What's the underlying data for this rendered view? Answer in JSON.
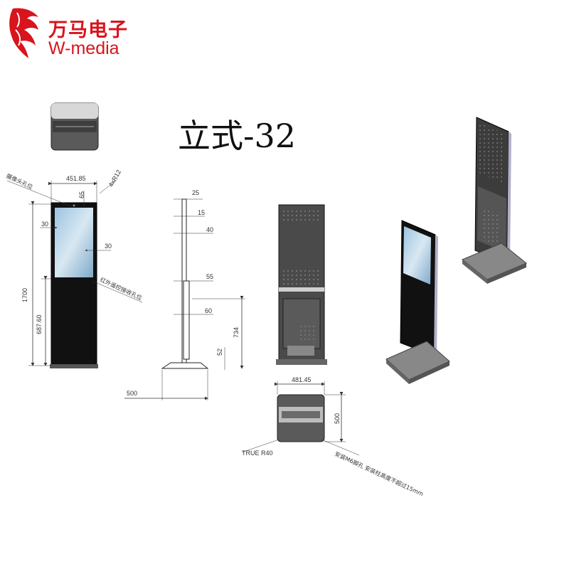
{
  "brand": {
    "name_cn": "万马电子",
    "name_en": "W-media",
    "color": "#d8141c",
    "logo_icon": "horse-head-icon"
  },
  "title": "立式-32",
  "front_view": {
    "width": "451.85",
    "camera_offset": "65",
    "camera_hole": "4xR12",
    "camera_label": "摄像头孔位",
    "screen_margin_left": "30",
    "screen_margin_right": "30",
    "total_height": "1700",
    "lower_height": "687.60",
    "ir_label": "红外遥控接收孔位"
  },
  "side_view": {
    "d25": "25",
    "d15": "15",
    "d40": "40",
    "d55": "55",
    "d60": "60",
    "d734": "734",
    "d52": "52",
    "base_depth": "500"
  },
  "base_view": {
    "width": "481.45",
    "depth": "500",
    "corner": "TRUE R40",
    "note": "安装M6脚孔 安装柱高度不超过15mm"
  }
}
